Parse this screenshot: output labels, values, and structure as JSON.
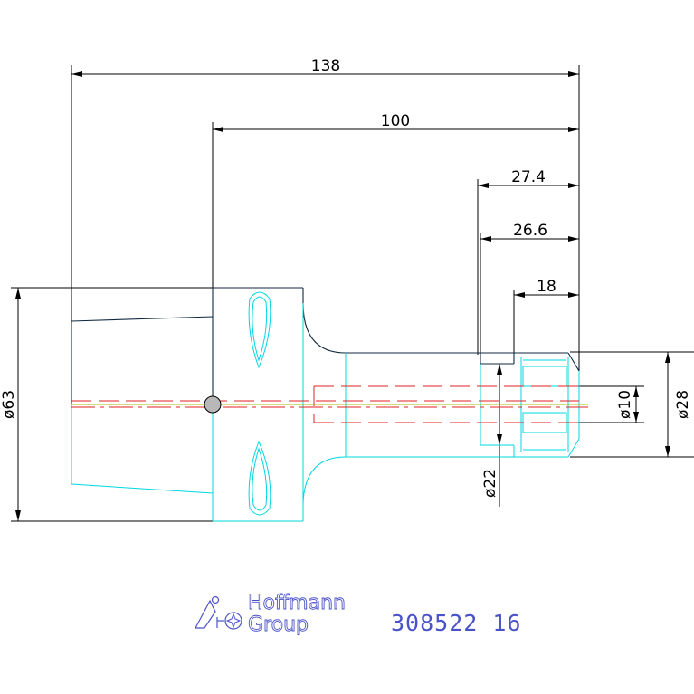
{
  "dimensions": {
    "length_138": "138",
    "length_100": "100",
    "length_27_4": "27.4",
    "length_26_6": "26.6",
    "length_18": "18",
    "dia_63": "ø63",
    "dia_22": "ø22",
    "dia_10": "ø10",
    "dia_28": "ø28"
  },
  "title_block": {
    "brand_line1": "Hoffmann",
    "brand_line2": "Group",
    "part_number": "308522 16"
  },
  "colors": {
    "dimension": "#000000",
    "outline_lower": "#00d8e0",
    "outline_upper": "#102a40",
    "centerline": "#e02020",
    "brand": "#4a52c8"
  }
}
